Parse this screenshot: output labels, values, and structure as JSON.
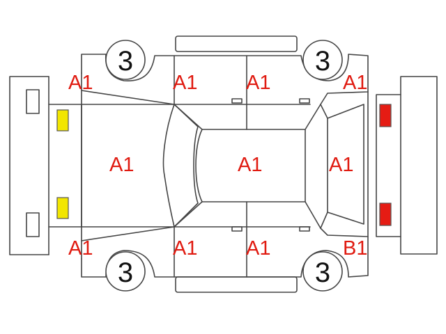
{
  "colors": {
    "line": "#444444",
    "grade_text": "#e01a10",
    "tire_number": "#111111",
    "front_lamp": "#f2e600",
    "rear_lamp": "#e51c14"
  },
  "tires": {
    "front_left": "3",
    "rear_left": "3",
    "front_right": "3",
    "rear_right": "3"
  },
  "grades": {
    "front_left_fender": "A1",
    "front_left_door": "A1",
    "rear_left_door": "A1",
    "rear_left_quarter": "A1",
    "hood": "A1",
    "roof": "A1",
    "trunk": "A1",
    "front_right_fender": "A1",
    "front_right_door": "A1",
    "rear_right_door": "A1",
    "rear_right_quarter": "B1"
  },
  "lamps": {
    "front": "yellow-lamp-icon",
    "rear": "red-lamp-icon"
  }
}
